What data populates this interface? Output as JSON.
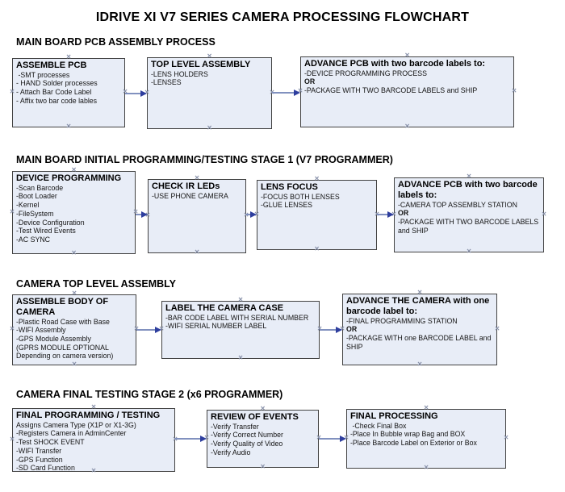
{
  "title": "IDRIVE XI V7 SERIES CAMERA PROCESSING FLOWCHART",
  "colors": {
    "box_fill": "#e8edf7",
    "box_border": "#424242",
    "arrow_line": "#8191bf",
    "arrow_head": "#2e3e9e",
    "connection_point": "#8a93ab",
    "text": "#000000"
  },
  "sections": [
    {
      "heading": "MAIN BOARD PCB ASSEMBLY PROCESS",
      "boxes": [
        {
          "title": "ASSEMBLE PCB",
          "lines": [
            " -SMT processes",
            "- HAND Solder processes",
            "- Attach Bar Code Label",
            "- Affix two bar code lables"
          ]
        },
        {
          "title": "TOP LEVEL ASSEMBLY",
          "lines": [
            "-LENS HOLDERS",
            "-LENSES"
          ]
        },
        {
          "title": "ADVANCE PCB with two barcode labels to:",
          "lines": [
            "-DEVICE PROGRAMMING PROCESS",
            {
              "text": "OR",
              "bold": true
            },
            "-PACKAGE WITH TWO BARCODE LABELS and SHIP"
          ]
        }
      ]
    },
    {
      "heading": "MAIN BOARD INITIAL PROGRAMMING/TESTING STAGE 1 (V7 PROGRAMMER)",
      "boxes": [
        {
          "title": "DEVICE PROGRAMMING",
          "lines": [
            "-Scan Barcode",
            "-Boot Loader",
            "-Kernel",
            "-FileSystem",
            "-Device Configuration",
            "-Test Wired Events",
            "-AC SYNC"
          ]
        },
        {
          "title": "CHECK IR LEDs",
          "lines": [
            "-USE PHONE CAMERA"
          ]
        },
        {
          "title": "LENS FOCUS",
          "lines": [
            "-FOCUS BOTH LENSES",
            "-GLUE LENSES"
          ]
        },
        {
          "title": "ADVANCE PCB with two barcode labels to:",
          "lines": [
            "-CAMERA TOP ASSEMBLY STATION",
            {
              "text": "OR",
              "bold": true
            },
            "-PACKAGE WITH TWO BARCODE LABELS and SHIP"
          ]
        }
      ]
    },
    {
      "heading": "CAMERA TOP LEVEL ASSEMBLY",
      "boxes": [
        {
          "title": "ASSEMBLE BODY OF CAMERA",
          "lines": [
            "-Plastic Road Case with Base",
            "-WIFI Assembly",
            "-GPS Module Assembly",
            "(GPRS MODULE OPTIONAL Depending on camera version)"
          ]
        },
        {
          "title": "LABEL THE CAMERA CASE",
          "lines": [
            "-BAR CODE LABEL WITH SERIAL NUMBER",
            "-WIFI SERIAL NUMBER LABEL"
          ]
        },
        {
          "title": "ADVANCE THE CAMERA with one barcode label to:",
          "lines": [
            "-FINAL PROGRAMMING STATION",
            {
              "text": "OR",
              "bold": true
            },
            "-PACKAGE WITH one BARCODE LABEL and SHIP"
          ]
        }
      ]
    },
    {
      "heading": "CAMERA FINAL TESTING STAGE 2 (x6 PROGRAMMER)",
      "boxes": [
        {
          "title": "FINAL PROGRAMMING / TESTING",
          "lines": [
            "Assigns Camera Type (X1P or X1-3G)",
            "-Registers Camera in AdminCenter",
            "-Test SHOCK EVENT",
            "-WIFI Transfer",
            "-GPS Function",
            "-SD Card Function"
          ]
        },
        {
          "title": "REVIEW OF EVENTS",
          "lines": [
            "-Verify Transfer",
            "-Verify Correct Number",
            "-Verify Quality of Video",
            "-Verify Audio"
          ]
        },
        {
          "title": "FINAL PROCESSING",
          "lines": [
            " -Check Final Box",
            "-Place In Bubble wrap Bag and BOX",
            "-Place Barcode Label on Exterior or Box"
          ]
        }
      ]
    }
  ]
}
